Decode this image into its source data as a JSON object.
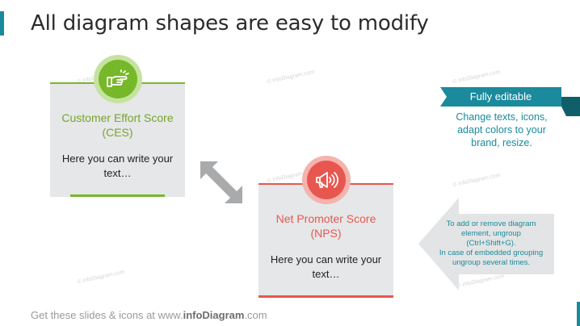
{
  "title": "All diagram shapes are easy to modify",
  "watermark": "© infoDiagram.com",
  "ces_card": {
    "heading": "Customer Effort Score\n(CES)",
    "text": "Here you can write your text…",
    "icon": "pointing-hand-icon",
    "color": "#76b82a"
  },
  "nps_card": {
    "heading": "Net Promoter Score\n(NPS)",
    "text": "Here you can write your text…",
    "icon": "megaphone-icon",
    "color": "#e8574f"
  },
  "callout": {
    "ribbon_label": "Fully editable",
    "text": "Change texts, icons, adapt colors to your brand, resize.",
    "color": "#1a8a9c"
  },
  "arrow_note": {
    "text": "To add or remove diagram element, ungroup (Ctrl+Shift+G).\nIn case of embedded grouping ungroup several times."
  },
  "footer": {
    "prefix": "Get these slides & icons at www.",
    "brand": "infoDiagram",
    "suffix": ".com"
  }
}
